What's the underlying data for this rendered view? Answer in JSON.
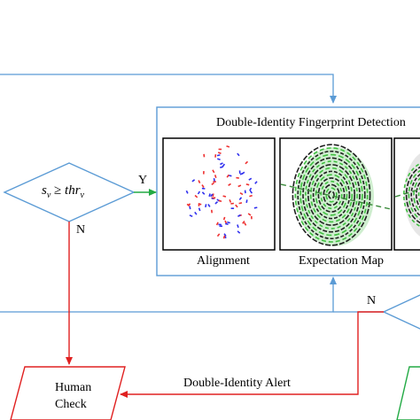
{
  "module_title": "Double-Identity Fingerprint Detection",
  "decision": {
    "condition_text": "s_v ≥ thr_v",
    "condition_s": "s",
    "condition_v1": "v",
    "condition_ge": "≥",
    "condition_thr": "thr",
    "condition_v2": "v",
    "yes_label": "Y",
    "no_label": "N"
  },
  "panels": {
    "alignment": "Alignment",
    "expectation_map": "Expectation Map"
  },
  "right_decision": {
    "no_label": "N"
  },
  "alert_label": "Double-Identity Alert",
  "human_check": {
    "line1": "Human",
    "line2": "Check"
  },
  "colors": {
    "blue_line": "#5b9bd5",
    "red_line": "#e02020",
    "green_line": "#22aa44",
    "dashed_line": "#3a8a3a",
    "minutiae_red": "#ee3030",
    "minutiae_blue": "#3030ee",
    "ridge_green": "#40c040",
    "ridge_dark": "#202020"
  },
  "icons": [
    "fingerprint-minutiae-icon",
    "fingerprint-expectation-icon",
    "fingerprint-partial-icon"
  ]
}
